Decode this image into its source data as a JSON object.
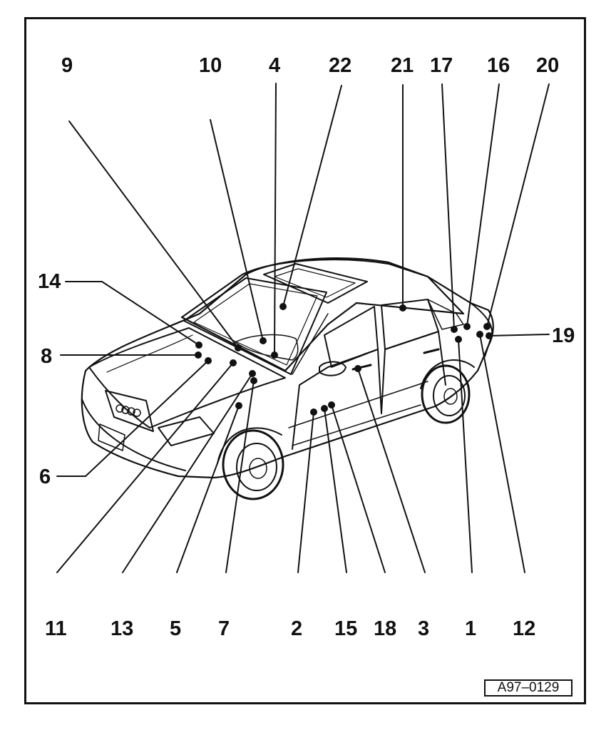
{
  "figure_ref": "A97–0129",
  "callouts": {
    "c1": "1",
    "c2": "2",
    "c3": "3",
    "c4": "4",
    "c5": "5",
    "c6": "6",
    "c7": "7",
    "c8": "8",
    "c9": "9",
    "c10": "10",
    "c11": "11",
    "c12": "12",
    "c13": "13",
    "c14": "14",
    "c15": "15",
    "c16": "16",
    "c17": "17",
    "c18": "18",
    "c19": "19",
    "c20": "20",
    "c21": "21",
    "c22": "22"
  },
  "colors": {
    "ink": "#111111",
    "paper": "#ffffff"
  }
}
